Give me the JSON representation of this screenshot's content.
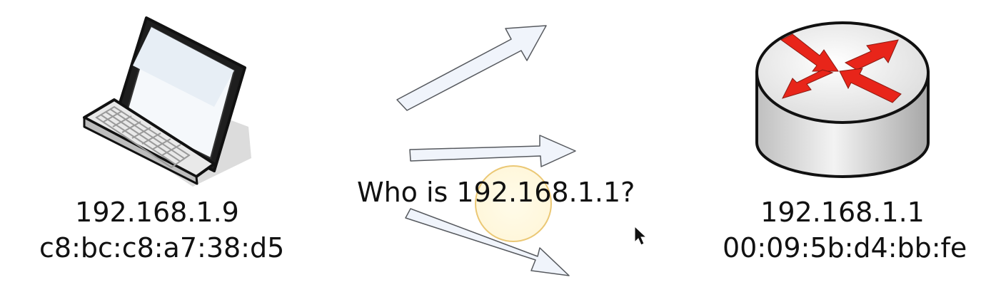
{
  "laptop": {
    "ip": "192.168.1.9",
    "mac": "c8:bc:c8:a7:38:d5"
  },
  "router": {
    "ip": "192.168.1.1",
    "mac": "00:09:5b:d4:bb:fe"
  },
  "broadcast": {
    "question": "Who is 192.168.1.1?"
  },
  "colors": {
    "arrow_fill": "#f0f4fb",
    "arrow_stroke": "#56595e",
    "router_arrows": "#e8251a",
    "click_highlight": "#f2d58a"
  },
  "icons": [
    "laptop-icon",
    "router-icon",
    "mouse-cursor-icon"
  ]
}
